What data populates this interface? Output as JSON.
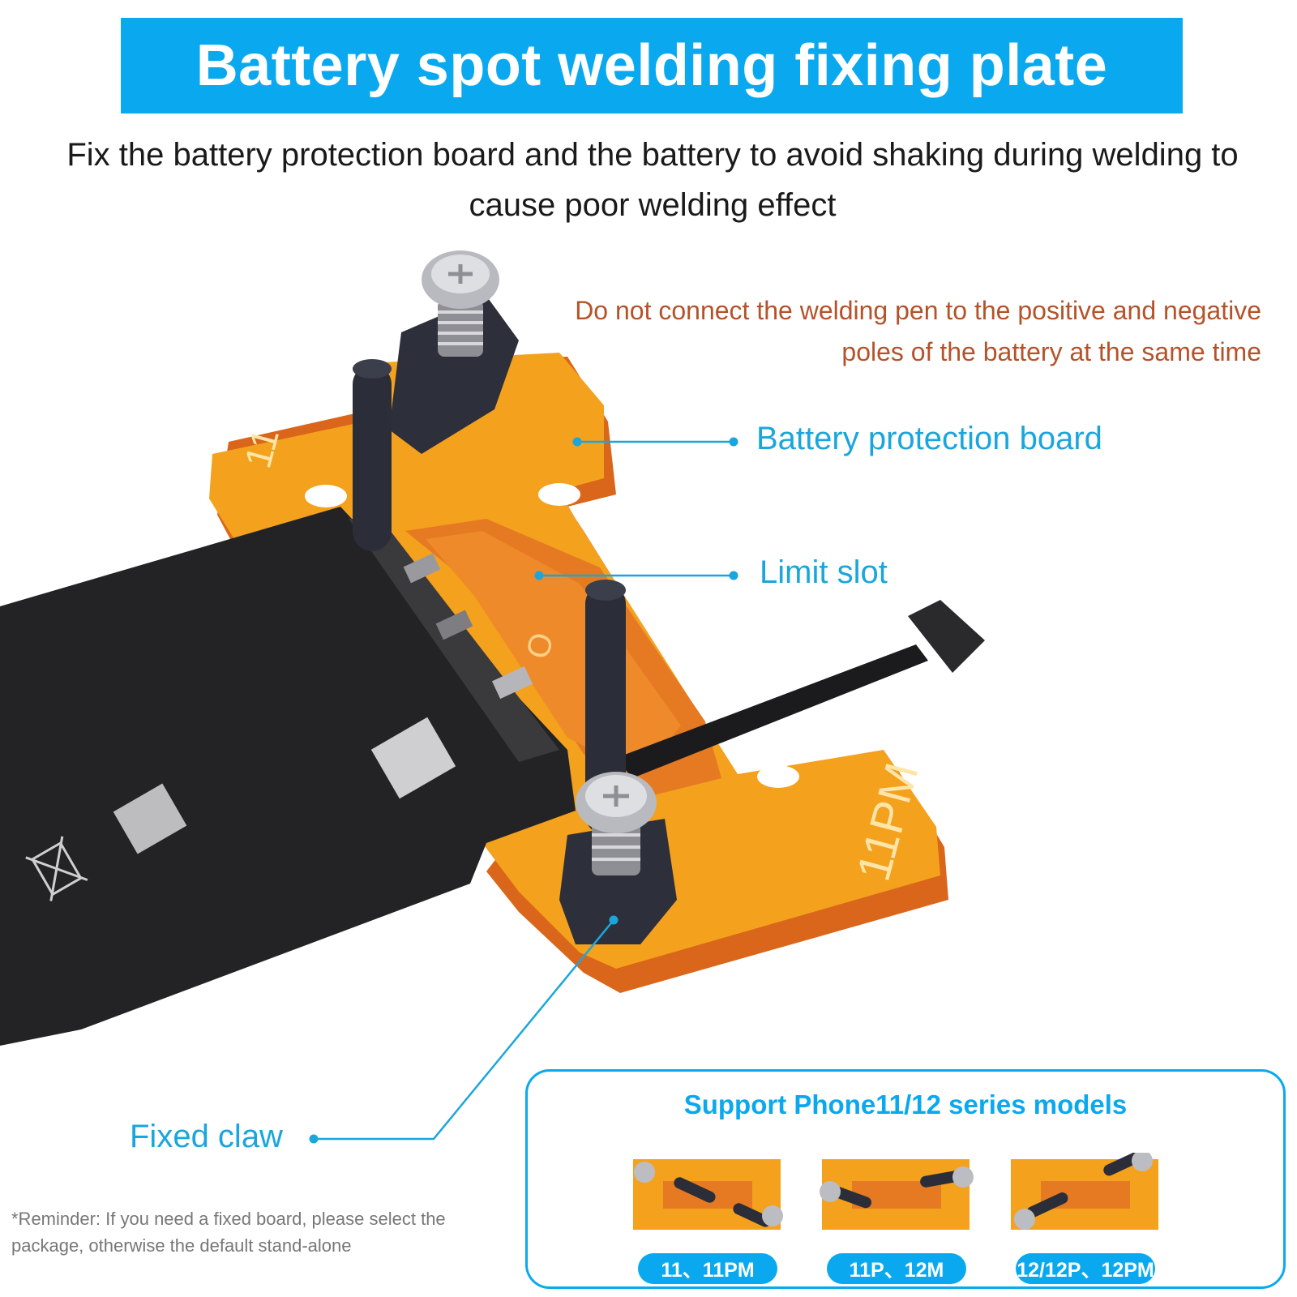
{
  "title": "Battery spot welding fixing plate",
  "subtitle": "Fix the battery protection board and the battery to avoid shaking during welding to cause poor welding effect",
  "warning": "Do not connect the welding pen to the positive and negative poles of the battery at the same time",
  "callouts": {
    "battery_protection_board": "Battery protection board",
    "limit_slot": "Limit slot",
    "fixed_claw": "Fixed claw"
  },
  "reminder": "*Reminder: If you need a fixed board, please select the package, otherwise the default stand-alone",
  "support": {
    "title": "Support Phone11/12 series models",
    "models": [
      "11、11PM",
      "11P、12M",
      "12/12P、12PM"
    ]
  },
  "plate_labels": {
    "top_tab": "11",
    "bottom_tab": "11PM",
    "middle_mark": "O"
  },
  "colors": {
    "accent_blue": "#0aa9ef",
    "callout_blue": "#1aa6dc",
    "warning_brown": "#b4532a",
    "plate_orange": "#f4a11d",
    "plate_edge": "#d9661a",
    "battery_black": "#232325"
  },
  "icons": [
    "screw-icon",
    "clamp-arm-icon",
    "recycle-bin-symbol-icon",
    "qr-code-icon"
  ]
}
